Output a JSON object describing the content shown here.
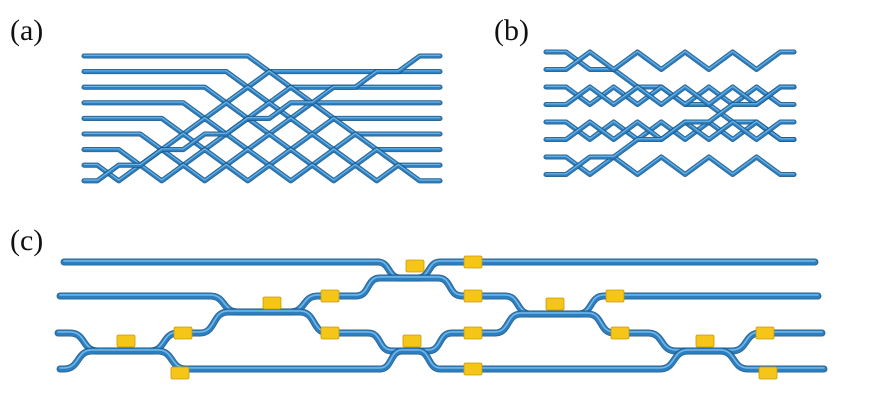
{
  "panels": {
    "a": {
      "label": "(a)"
    },
    "b": {
      "label": "(b)"
    },
    "c": {
      "label": "(c)"
    }
  },
  "colors": {
    "waveguide": "#2b7fc0",
    "waveguide_shadow": "#174f7c",
    "waveguide_highlight": "#7cc0ee",
    "phase_shifter": "#f5c518",
    "phase_shifter_edge": "#c99a0a",
    "label": "#111111"
  }
}
